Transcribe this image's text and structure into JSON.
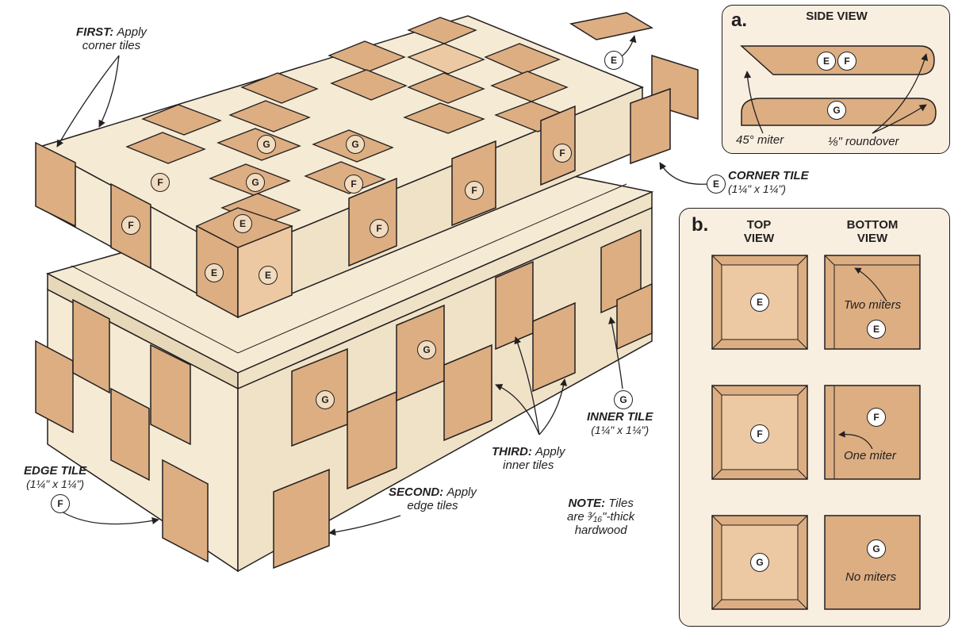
{
  "labels": {
    "first_bold": "FIRST:",
    "first_rest1": "Apply",
    "first_rest2": "corner tiles",
    "second_bold": "SECOND:",
    "second_rest1": "Apply",
    "second_rest2": "edge tiles",
    "third_bold": "THIRD:",
    "third_rest1": "Apply",
    "third_rest2": "inner tiles",
    "edge_tile": "EDGE TILE",
    "edge_dim": "(1¼\" x 1¼\")",
    "corner_tile": "CORNER TILE",
    "corner_dim": "(1¼\" x 1¼\")",
    "inner_tile": "INNER TILE",
    "inner_dim": "(1¼\" x 1¼\")",
    "note_bold": "NOTE:",
    "note_rest1": "Tiles",
    "note_rest2": "are ³⁄₁₆\"-thick",
    "note_rest3": "hardwood"
  },
  "tile_letters": {
    "e": "E",
    "f": "F",
    "g": "G"
  },
  "panel_a": {
    "letter": "a.",
    "title": "SIDE VIEW",
    "miter": "45° miter",
    "roundover": "⅛\" roundover"
  },
  "panel_b": {
    "letter": "b.",
    "top_view_1": "TOP",
    "top_view_2": "VIEW",
    "bottom_view_1": "BOTTOM",
    "bottom_view_2": "VIEW",
    "two_miters": "Two miters",
    "one_miter": "One miter",
    "no_miters": "No miters"
  },
  "colors": {
    "wood": "#dcae82",
    "wood_light": "#ecc9a3",
    "wood_dark": "#b8875a",
    "box": "#f5ead3",
    "box_shade": "#e7d8b9",
    "panel_bg": "#f8efe0",
    "ink": "#231f20"
  }
}
